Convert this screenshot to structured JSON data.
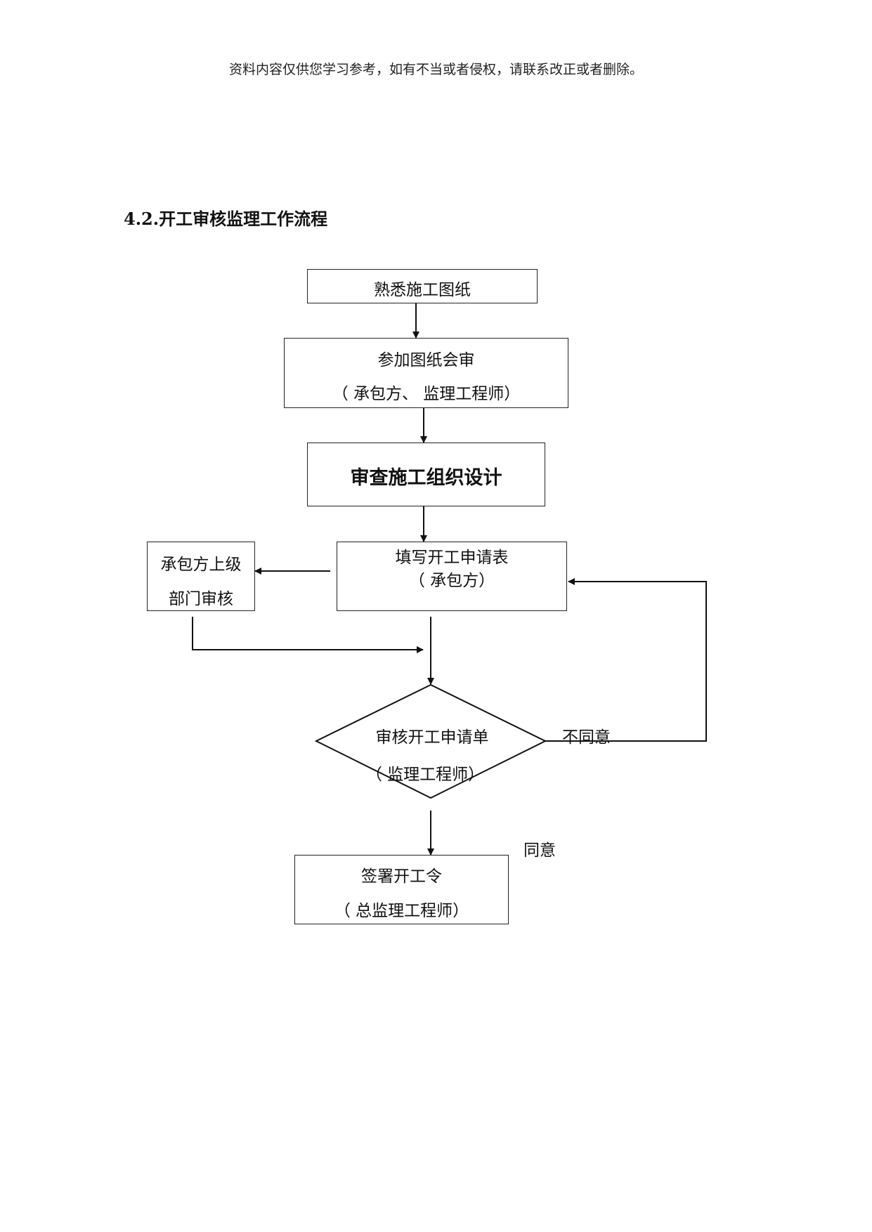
{
  "header_note": "资料内容仅供您学习参考，如有不当或者侵权，请联系改正或者删除。",
  "section_title": "4.2.开工审核监理工作流程",
  "flow": {
    "step1": "熟悉施工图纸",
    "step2_line1": "参加图纸会审",
    "step2_line2": "（  承包方、  监理工程师）",
    "step3": "审查施工组织设计",
    "step4_line1": "填写开工申请表",
    "step4_line2": "（  承包方）",
    "side_line1": "承包方上级",
    "side_line2": "部门审核",
    "decision_line1": "审核开工申请单",
    "decision_line2": "（  监理工程师）",
    "disagree_label": "不同意",
    "agree_label": "同意",
    "final_line1": "签署开工令",
    "final_line2": "（  总监理工程师）"
  }
}
